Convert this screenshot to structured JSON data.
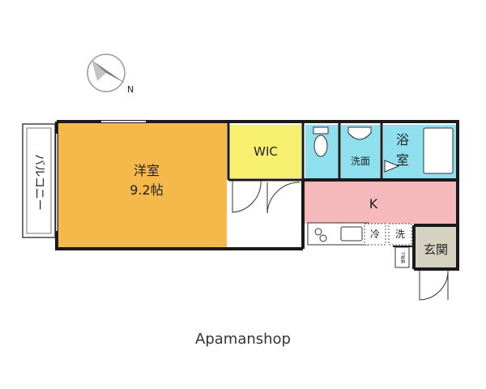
{
  "compass": {
    "label": "N"
  },
  "rooms": {
    "western": {
      "name": "洋室",
      "size": "9.2帖"
    },
    "wic": {
      "name": "WIC"
    },
    "washroom": {
      "name": "洗面"
    },
    "bath": {
      "name": "浴室"
    },
    "kitchen": {
      "name": "K"
    },
    "fridge": {
      "name": "冷"
    },
    "washer": {
      "name": "洗"
    },
    "entrance": {
      "name": "玄関"
    },
    "shoe_box": {
      "name": "下駄箱"
    },
    "balcony": {
      "name": "バルコニー"
    }
  },
  "brand": {
    "text": "Apamanshop"
  },
  "colors": {
    "western": "#f5b84a",
    "wic": "#f7ef6e",
    "toilet": "#8fe0ee",
    "washroom": "#8fe0ee",
    "bath": "#8fe0ee",
    "kitchen": "#f5b8bb",
    "entrance": "#d6d2c2",
    "balcony": "#ffffff",
    "wall": "#1a1a1a"
  }
}
